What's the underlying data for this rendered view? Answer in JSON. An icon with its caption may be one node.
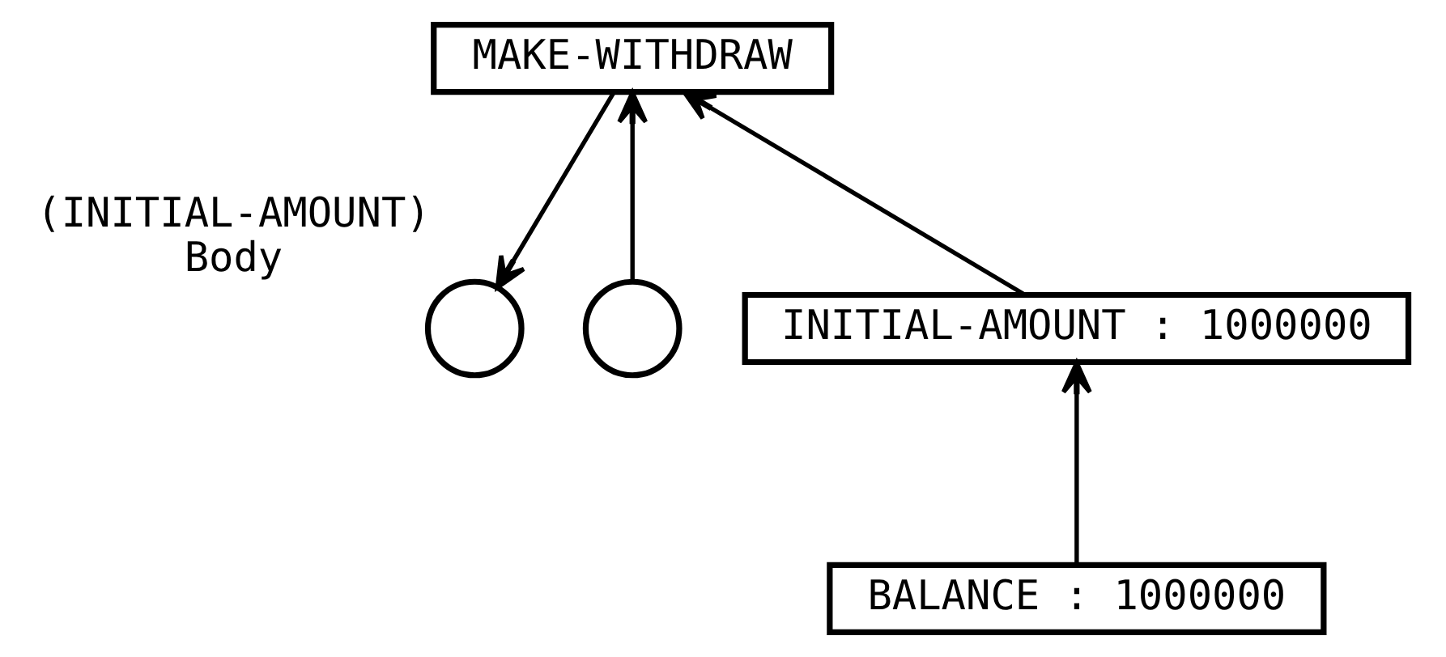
{
  "diagram": {
    "nodes": [
      {
        "text": [
          "MAKE-WITHDRAW"
        ]
      },
      {
        "text": [],
        "shape": "circle",
        "beside": [
          "(INITIAL-AMOUNT)",
          "Body"
        ]
      },
      {
        "text": [],
        "shape": "circle"
      },
      {
        "text": [
          "INITIAL-AMOUNT : 1000000"
        ]
      },
      {
        "text": [
          "BALANCE : 1000000"
        ]
      }
    ],
    "edges": [
      {
        "from": 0,
        "to": 1,
        "arrow": "to"
      },
      {
        "from": 2,
        "to": 0,
        "arrow": "to"
      },
      {
        "from": 3,
        "to": 0,
        "arrow": "to"
      },
      {
        "from": 4,
        "to": 3,
        "arrow": "to"
      }
    ]
  }
}
